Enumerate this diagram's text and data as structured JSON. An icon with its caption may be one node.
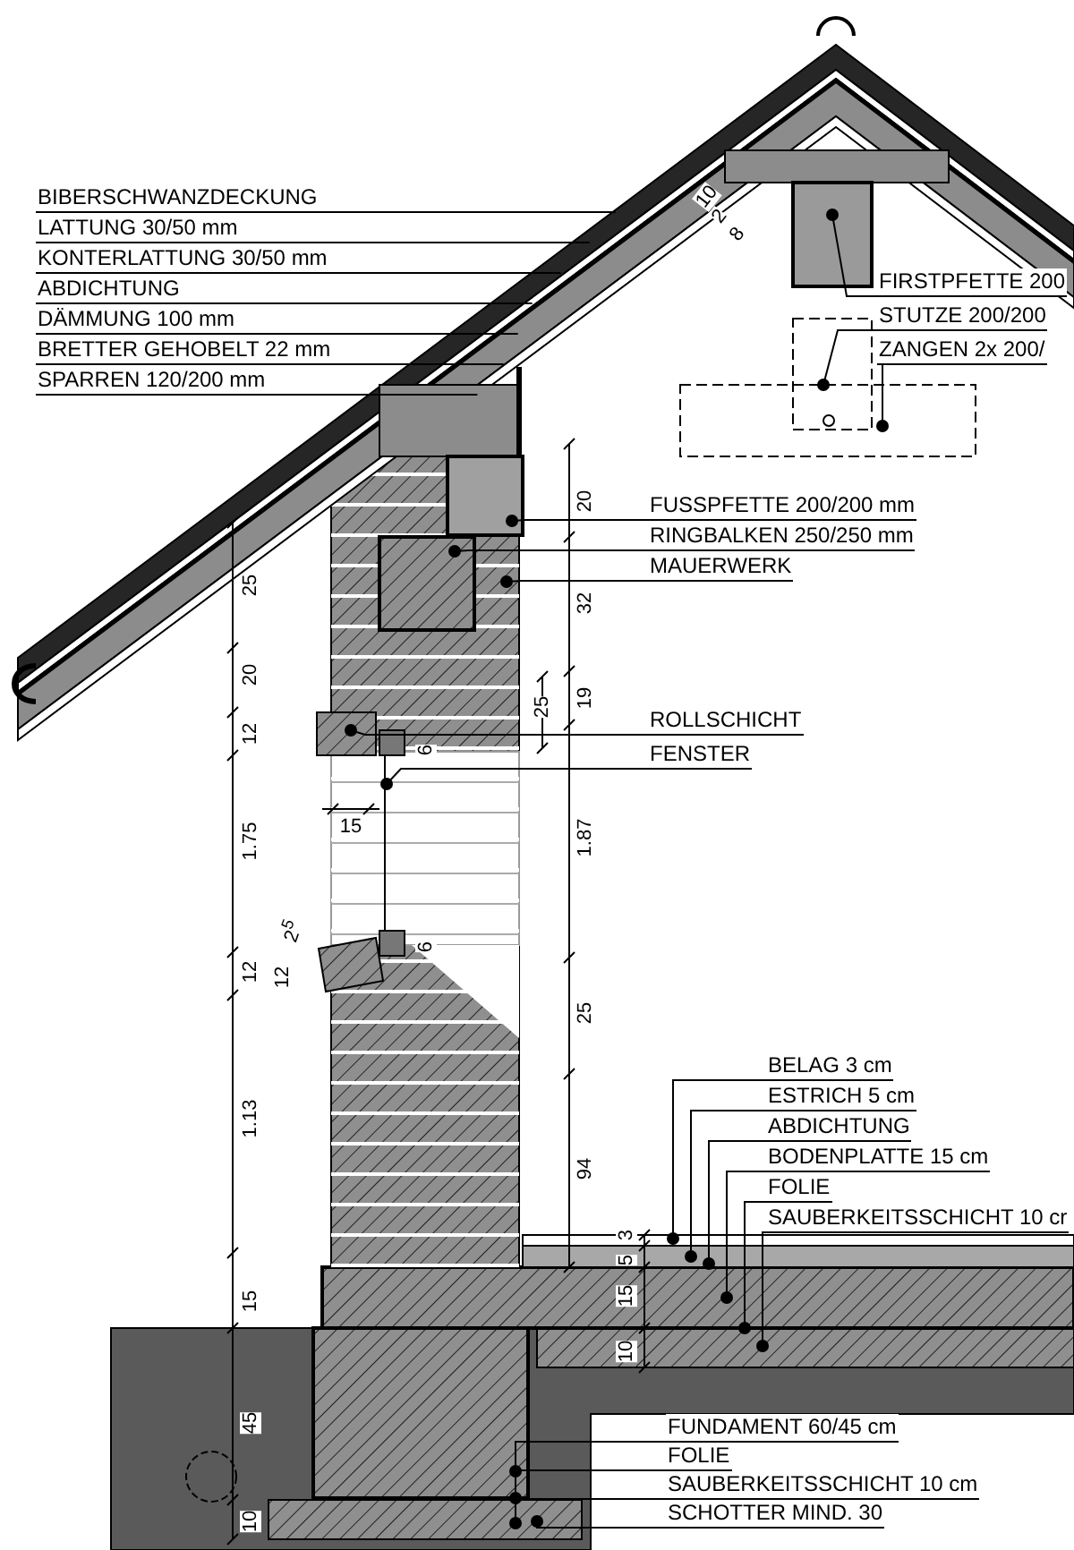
{
  "diagram": {
    "nodes": [
      {
        "text": [
          "BIBERSCHWANZDECKUNG"
        ]
      },
      {
        "text": [
          "LATTUNG 30/50 mm"
        ]
      },
      {
        "text": [
          "KONTERLATTUNG 30/50 mm"
        ]
      },
      {
        "text": [
          "ABDICHTUNG"
        ]
      },
      {
        "text": [
          "DÄMMUNG 100 mm"
        ]
      },
      {
        "text": [
          "BRETTER GEHOBELT 22 mm"
        ]
      },
      {
        "text": [
          "SPARREN 120/200 mm"
        ]
      },
      {
        "text": [
          "FIRSTPFETTE 200"
        ]
      },
      {
        "text": [
          "STUTZE 200/200"
        ]
      },
      {
        "text": [
          "ZANGEN 2x 200/"
        ]
      },
      {
        "text": [
          "FUSSPFETTE 200/200 mm"
        ]
      },
      {
        "text": [
          "RINGBALKEN 250/250 mm"
        ]
      },
      {
        "text": [
          "MAUERWERK"
        ]
      },
      {
        "text": [
          "ROLLSCHICHT"
        ]
      },
      {
        "text": [
          "FENSTER"
        ]
      },
      {
        "text": [
          "BELAG 3 cm"
        ]
      },
      {
        "text": [
          "ESTRICH 5 cm"
        ]
      },
      {
        "text": [
          "ABDICHTUNG"
        ]
      },
      {
        "text": [
          "BODENPLATTE 15 cm"
        ]
      },
      {
        "text": [
          "FOLIE"
        ]
      },
      {
        "text": [
          "SAUBERKEITSSCHICHT 10 cr"
        ]
      },
      {
        "text": [
          "FUNDAMENT 60/45 cm"
        ]
      },
      {
        "text": [
          "FOLIE"
        ]
      },
      {
        "text": [
          "SAUBERKEITSSCHICHT 10 cm"
        ]
      },
      {
        "text": [
          "SCHOTTER MIND. 30"
        ]
      }
    ],
    "edges": [
      {
        "from": 0,
        "to": null,
        "arrow": "none"
      },
      {
        "from": 1,
        "to": null,
        "arrow": "none"
      },
      {
        "from": 2,
        "to": null,
        "arrow": "none"
      },
      {
        "from": 3,
        "to": null,
        "arrow": "none"
      },
      {
        "from": 4,
        "to": null,
        "arrow": "none"
      },
      {
        "from": 5,
        "to": null,
        "arrow": "none"
      },
      {
        "from": 6,
        "to": null,
        "arrow": "none"
      },
      {
        "from": 7,
        "to": null,
        "arrow": "other"
      },
      {
        "from": 8,
        "to": null,
        "arrow": "other"
      },
      {
        "from": 9,
        "to": null,
        "arrow": "other"
      },
      {
        "from": 10,
        "to": null,
        "arrow": "other"
      },
      {
        "from": 11,
        "to": null,
        "arrow": "other"
      },
      {
        "from": 12,
        "to": null,
        "arrow": "other"
      },
      {
        "from": 13,
        "to": null,
        "arrow": "other"
      },
      {
        "from": 14,
        "to": null,
        "arrow": "other"
      },
      {
        "from": 15,
        "to": null,
        "arrow": "other"
      },
      {
        "from": 16,
        "to": null,
        "arrow": "other"
      },
      {
        "from": 17,
        "to": null,
        "arrow": "other"
      },
      {
        "from": 18,
        "to": null,
        "arrow": "other"
      },
      {
        "from": 19,
        "to": null,
        "arrow": "other"
      },
      {
        "from": 20,
        "to": null,
        "arrow": "other"
      },
      {
        "from": 21,
        "to": null,
        "arrow": "other"
      },
      {
        "from": 22,
        "to": null,
        "arrow": "other"
      },
      {
        "from": 23,
        "to": null,
        "arrow": "other"
      },
      {
        "from": 24,
        "to": null,
        "arrow": "other"
      }
    ],
    "labels": [
      "10",
      "2",
      "8",
      "20",
      "25",
      "32",
      "20",
      "19",
      "25",
      "12",
      "6",
      "15",
      "1.75",
      "1.87",
      "2$^{5}$",
      "6",
      "12",
      "12",
      "25",
      "1.13",
      "94",
      "3",
      "5",
      "15",
      "15",
      "10",
      "45",
      "10"
    ]
  }
}
